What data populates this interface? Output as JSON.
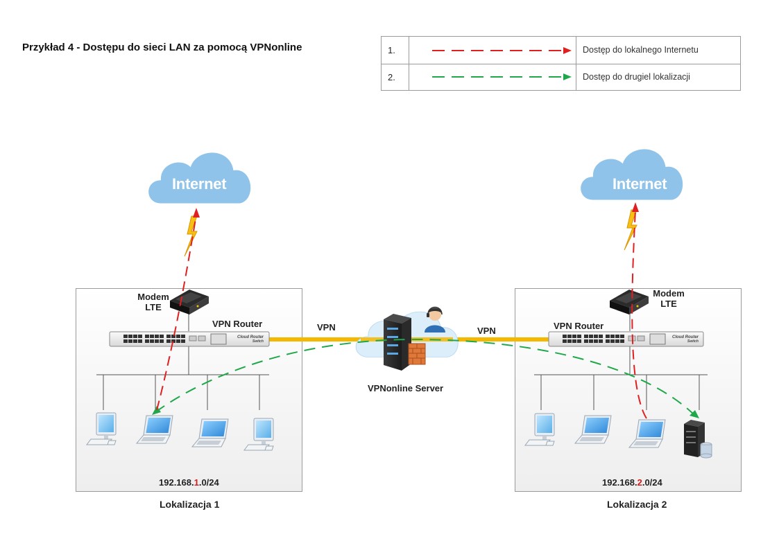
{
  "title": "Przykład 4 - Dostępu do sieci LAN za pomocą VPNonline",
  "legend": [
    {
      "num": "1.",
      "text": "Dostęp do lokalnego Internetu",
      "color": "#e02020"
    },
    {
      "num": "2.",
      "text": "Dostęp do drugiel lokalizacji",
      "color": "#1fa84a"
    }
  ],
  "internet_label": "Internet",
  "vpn_label": "VPN",
  "server_label": "VPNonline Server",
  "site1": {
    "modem_line1": "Modem",
    "modem_line2": "LTE",
    "router_label": "VPN Router",
    "subnet_prefix": "192.168.",
    "subnet_octet": "1",
    "subnet_suffix": ".0/24",
    "location": "Lokalizacja 1"
  },
  "site2": {
    "modem_line1": "Modem",
    "modem_line2": "LTE",
    "router_label": "VPN Router",
    "subnet_prefix": "192.168.",
    "subnet_octet": "2",
    "subnet_suffix": ".0/24",
    "location": "Lokalizacja 2"
  },
  "switch_brand_line1": "Cloud Router",
  "switch_brand_line2": "Switch",
  "colors": {
    "red_path": "#e02020",
    "green_path": "#1fa84a",
    "vpn_tunnel": "#f5b800",
    "cloud": "#8fc3ea"
  }
}
